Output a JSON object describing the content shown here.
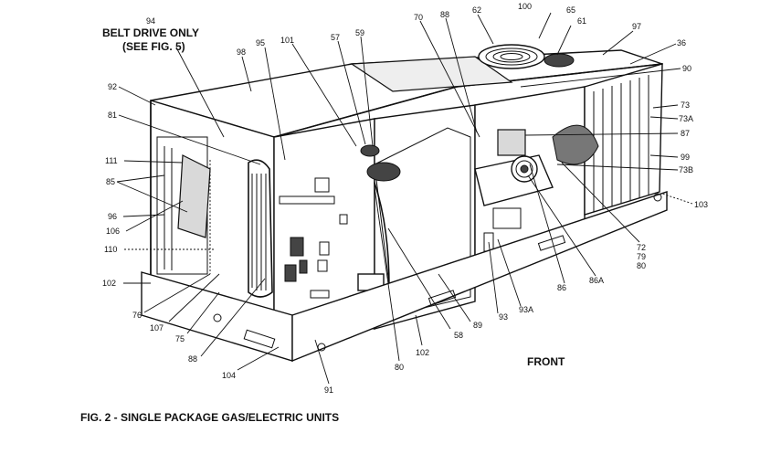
{
  "figure": {
    "title": "FIG. 2 - SINGLE PACKAGE GAS/ELECTRIC UNITS",
    "note_line1": "BELT DRIVE ONLY",
    "note_line2": "(SEE FIG. 5)",
    "front_label": "FRONT"
  },
  "callouts": [
    {
      "id": "c94",
      "text": "94"
    },
    {
      "id": "c98",
      "text": "98"
    },
    {
      "id": "c95",
      "text": "95"
    },
    {
      "id": "c101",
      "text": "101"
    },
    {
      "id": "c57",
      "text": "57"
    },
    {
      "id": "c59",
      "text": "59"
    },
    {
      "id": "c70",
      "text": "70"
    },
    {
      "id": "c88",
      "text": "88"
    },
    {
      "id": "c62",
      "text": "62"
    },
    {
      "id": "c100",
      "text": "100"
    },
    {
      "id": "c65",
      "text": "65"
    },
    {
      "id": "c61",
      "text": "61"
    },
    {
      "id": "c97",
      "text": "97"
    },
    {
      "id": "c36",
      "text": "36"
    },
    {
      "id": "c90",
      "text": "90"
    },
    {
      "id": "c73",
      "text": "73"
    },
    {
      "id": "c73A",
      "text": "73A"
    },
    {
      "id": "c87",
      "text": "87"
    },
    {
      "id": "c99",
      "text": "99"
    },
    {
      "id": "c73B",
      "text": "73B"
    },
    {
      "id": "c103",
      "text": "103"
    },
    {
      "id": "c72",
      "text": "72"
    },
    {
      "id": "c79",
      "text": "79"
    },
    {
      "id": "c80r",
      "text": "80"
    },
    {
      "id": "c86A",
      "text": "86A"
    },
    {
      "id": "c86",
      "text": "86"
    },
    {
      "id": "c93A",
      "text": "93A"
    },
    {
      "id": "c93",
      "text": "93"
    },
    {
      "id": "c89",
      "text": "89"
    },
    {
      "id": "c58",
      "text": "58"
    },
    {
      "id": "c102b",
      "text": "102"
    },
    {
      "id": "c80b",
      "text": "80"
    },
    {
      "id": "c91",
      "text": "91"
    },
    {
      "id": "c104",
      "text": "104"
    },
    {
      "id": "c88b",
      "text": "88"
    },
    {
      "id": "c75",
      "text": "75"
    },
    {
      "id": "c107",
      "text": "107"
    },
    {
      "id": "c76",
      "text": "76"
    },
    {
      "id": "c102l",
      "text": "102"
    },
    {
      "id": "c110",
      "text": "110"
    },
    {
      "id": "c106",
      "text": "106"
    },
    {
      "id": "c96",
      "text": "96"
    },
    {
      "id": "c85",
      "text": "85"
    },
    {
      "id": "c111",
      "text": "111"
    },
    {
      "id": "c81",
      "text": "81"
    },
    {
      "id": "c92",
      "text": "92"
    }
  ]
}
